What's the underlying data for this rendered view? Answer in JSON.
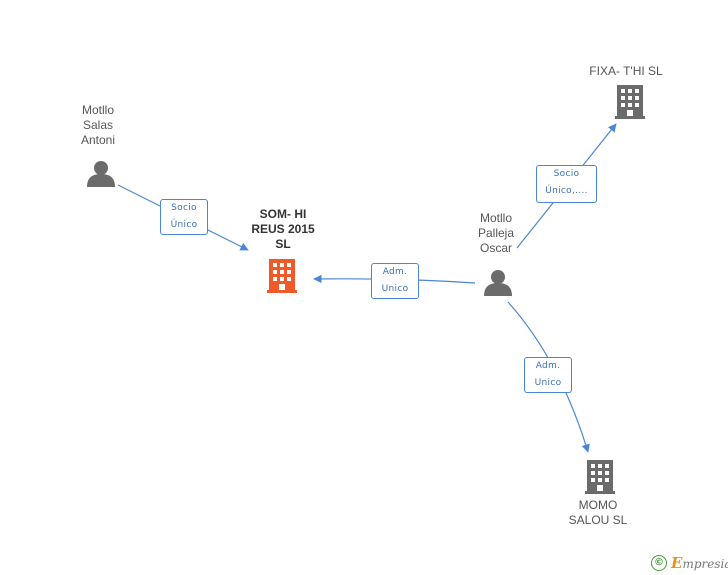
{
  "nodes": {
    "motllo_salas": {
      "label": "Motllo\nSalas\nAntoni",
      "type": "person"
    },
    "som_hi": {
      "label": "SOM- HI\nREUS 2015\nSL",
      "type": "company-main"
    },
    "motllo_palleja": {
      "label": "Motllo\nPalleja\nOscar",
      "type": "person"
    },
    "fixa_thi": {
      "label": "FIXA- T'HI  SL",
      "type": "company"
    },
    "momo_salou": {
      "label": "MOMO\nSALOU SL",
      "type": "company"
    }
  },
  "edges": {
    "salas_to_somhi": {
      "label": "Socio\nÚnico"
    },
    "palleja_to_somhi": {
      "label": "Adm.\nUnico"
    },
    "palleja_to_fixa": {
      "label": "Socio\nÚnico,...."
    },
    "palleja_to_momo": {
      "label": "Adm.\nUnico"
    }
  },
  "colors": {
    "edge": "#4a86d4",
    "person": "#6b6b6b",
    "company": "#6b6b6b",
    "main_company": "#f05a28"
  },
  "footer": {
    "copyright_symbol": "©",
    "brand_first": "E",
    "brand_rest": "mpresia"
  }
}
